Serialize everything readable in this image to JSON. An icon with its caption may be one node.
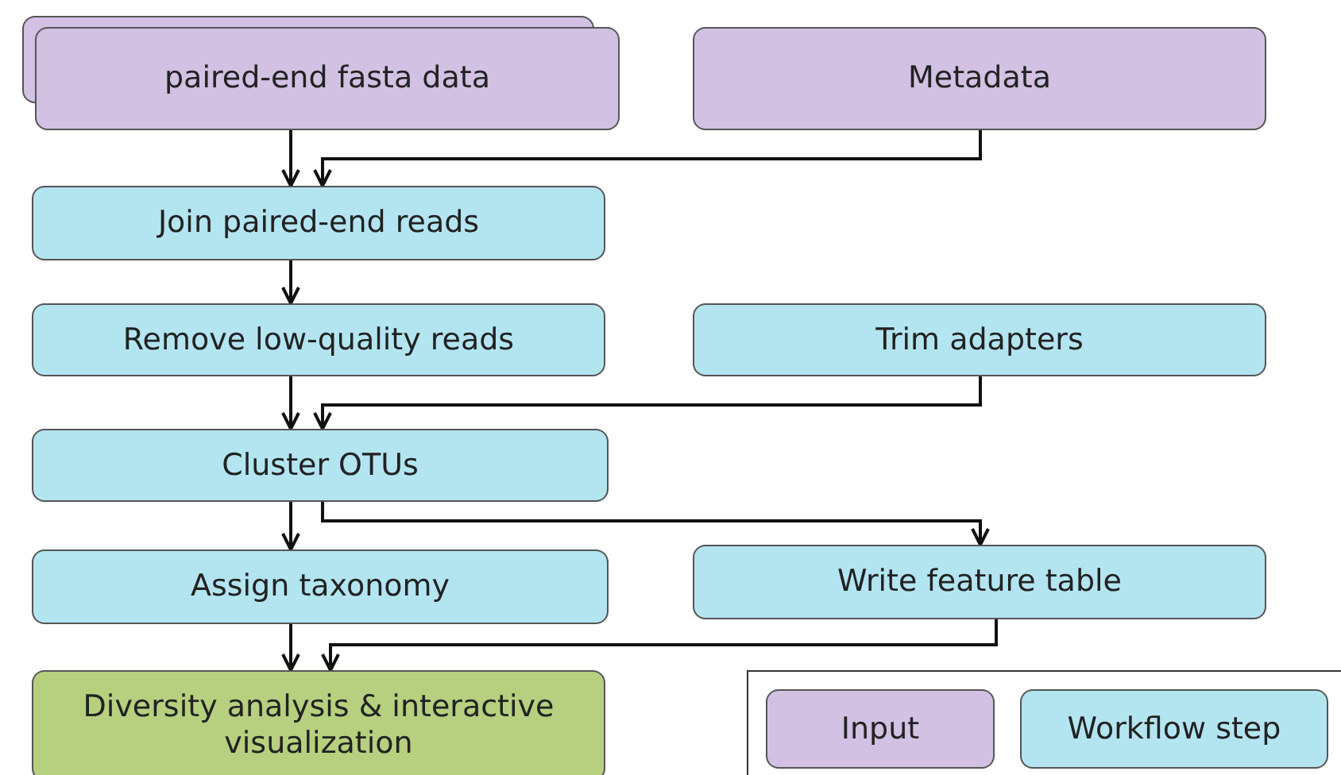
{
  "diagram": {
    "nodes": [
      {
        "text": [
          "paired-end fasta data"
        ]
      },
      {
        "text": [
          "Metadata"
        ]
      },
      {
        "text": [
          "Join paired-end reads"
        ]
      },
      {
        "text": [
          "Remove low-quality reads"
        ]
      },
      {
        "text": [
          "Trim adapters"
        ]
      },
      {
        "text": [
          "Cluster OTUs"
        ]
      },
      {
        "text": [
          "Assign taxonomy"
        ]
      },
      {
        "text": [
          "Write feature table"
        ]
      },
      {
        "text": [
          "Diversity analysis & interactive visualization"
        ]
      }
    ],
    "edges": [
      {
        "from": 0,
        "to": 2,
        "arrow": "to"
      },
      {
        "from": 1,
        "to": 2,
        "arrow": "to"
      },
      {
        "from": 2,
        "to": 3,
        "arrow": "to"
      },
      {
        "from": 3,
        "to": 5,
        "arrow": "to"
      },
      {
        "from": 4,
        "to": 5,
        "arrow": "to"
      },
      {
        "from": 5,
        "to": 6,
        "arrow": "to"
      },
      {
        "from": 5,
        "to": 7,
        "arrow": "to"
      },
      {
        "from": 6,
        "to": 8,
        "arrow": "to"
      },
      {
        "from": 7,
        "to": 8,
        "arrow": "to"
      }
    ],
    "legend": [
      {
        "text": "Input",
        "color": "#d2c1e3"
      },
      {
        "text": "Workflow step",
        "color": "#b3e5f1"
      }
    ]
  }
}
